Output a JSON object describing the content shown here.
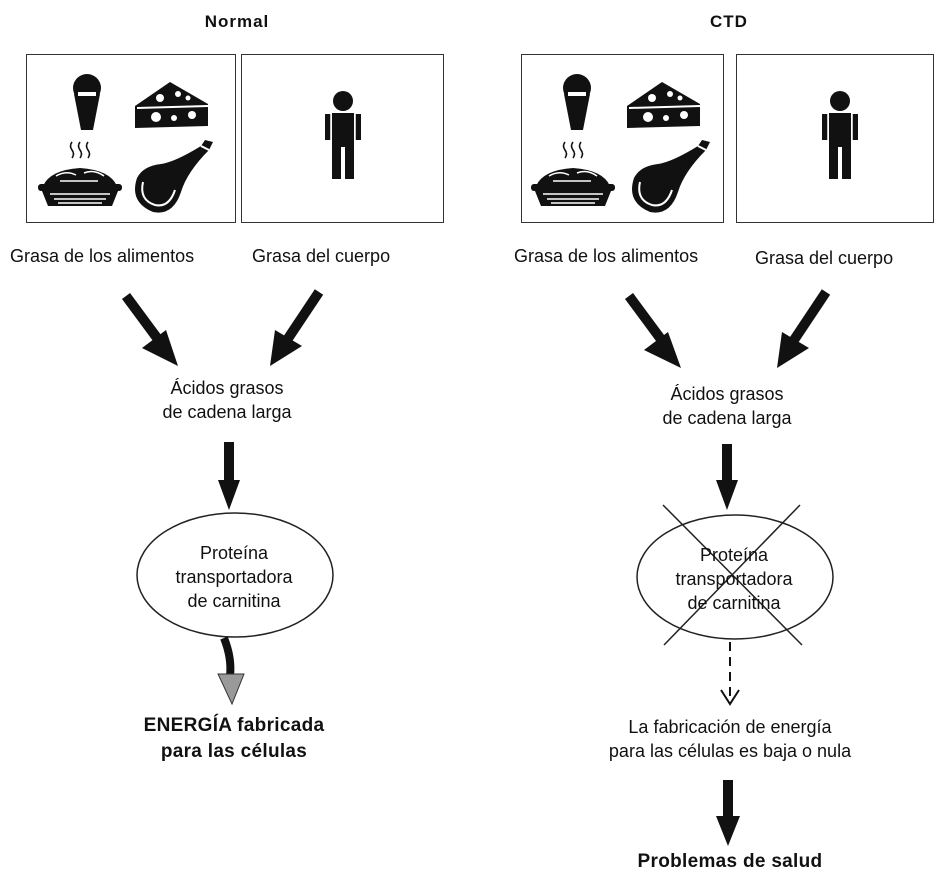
{
  "panels": {
    "normal": {
      "title": "Normal",
      "food_label": "Grasa de los alimentos",
      "body_label": "Grasa del cuerpo",
      "fatty_acids_line1": "Ácidos grasos",
      "fatty_acids_line2": "de cadena larga",
      "protein_line1": "Proteína",
      "protein_line2": "transportadora",
      "protein_line3": "de carnitina",
      "result_line1": "ENERGÍA fabricada",
      "result_line2": "para las células"
    },
    "ctd": {
      "title": "CTD",
      "food_label": "Grasa de los alimentos",
      "body_label": "Grasa del cuerpo",
      "fatty_acids_line1": "Ácidos grasos",
      "fatty_acids_line2": "de cadena larga",
      "protein_line1": "Proteína",
      "protein_line2": "transportadora",
      "protein_line3": "de carnitina",
      "result_line1": "La fabricación de energía",
      "result_line2": "para las células es baja o nula",
      "final_label": "Problemas de salud"
    }
  },
  "icons": [
    "ice-cream-cone-icon",
    "cheese-icon",
    "hot-pie-icon",
    "meat-icon",
    "person-icon"
  ],
  "colors": {
    "ink": "#111111",
    "energy_arrow": "#888888"
  }
}
